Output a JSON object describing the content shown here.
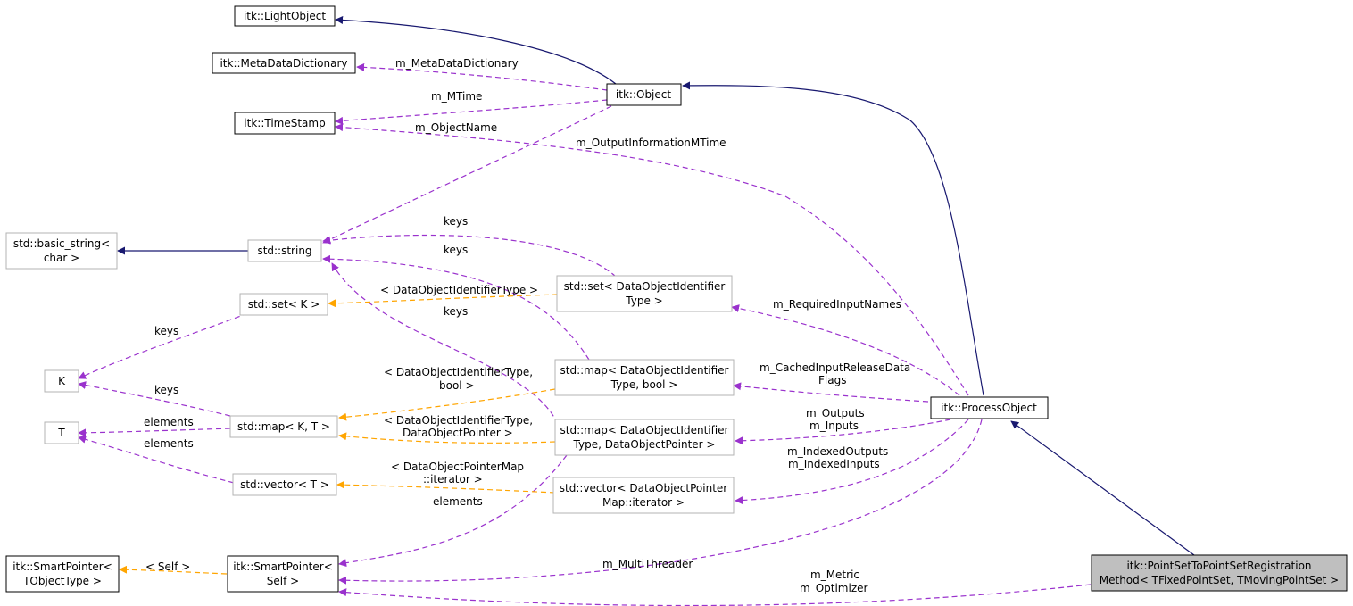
{
  "nodes": {
    "light_object": "itk::LightObject",
    "meta_data_dictionary": "itk::MetaDataDictionary",
    "object": "itk::Object",
    "time_stamp": "itk::TimeStamp",
    "basic_string": [
      "std::basic_string<",
      "char >"
    ],
    "std_string": "std::string",
    "std_set_k": "std::set< K >",
    "k": "K",
    "t": "T",
    "std_map_kt": "std::map< K, T >",
    "std_vector_t": "std::vector< T >",
    "smart_pointer_tobject": [
      "itk::SmartPointer<",
      "TObjectType >"
    ],
    "smart_pointer_self": [
      "itk::SmartPointer<",
      "Self >"
    ],
    "set_doit": [
      "std::set< DataObjectIdentifier",
      "Type >"
    ],
    "map_doit_bool": [
      "std::map< DataObjectIdentifier",
      "Type, bool >"
    ],
    "map_doit_dop": [
      "std::map< DataObjectIdentifier",
      "Type, DataObjectPointer >"
    ],
    "vector_dopm": [
      "std::vector< DataObjectPointer",
      "Map::iterator >"
    ],
    "process_object": "itk::ProcessObject",
    "registration": [
      "itk::PointSetToPointSetRegistration",
      "Method< TFixedPointSet, TMovingPointSet >"
    ]
  },
  "edge_labels": {
    "meta_data": "m_MetaDataDictionary",
    "mtime": "m_MTime",
    "object_name": "m_ObjectName",
    "output_info_mtime": "m_OutputInformationMTime",
    "keys_set": "keys",
    "keys_map": "keys",
    "keys_dop": "keys",
    "doit_type": "< DataObjectIdentifierType >",
    "required_inputs": "m_RequiredInputNames",
    "keys_k": "keys",
    "keys_map_k": "keys",
    "doit_bool": [
      "< DataObjectIdentifierType,",
      "bool >"
    ],
    "cached_input": [
      "m_CachedInputReleaseData",
      "Flags"
    ],
    "elements_map": "elements",
    "elements_vector": "elements",
    "doit_dop": [
      "< DataObjectIdentifierType,",
      "DataObjectPointer >"
    ],
    "outputs_inputs": [
      "m_Outputs",
      "m_Inputs"
    ],
    "dopm_iterator": [
      "< DataObjectPointerMap",
      "::iterator >"
    ],
    "indexed": [
      "m_IndexedOutputs",
      "m_IndexedInputs"
    ],
    "elements_smart": "elements",
    "self_tmpl": "< Self >",
    "multithreader": "m_MultiThreader",
    "metric_optimizer": [
      "m_Metric",
      "m_Optimizer"
    ]
  }
}
